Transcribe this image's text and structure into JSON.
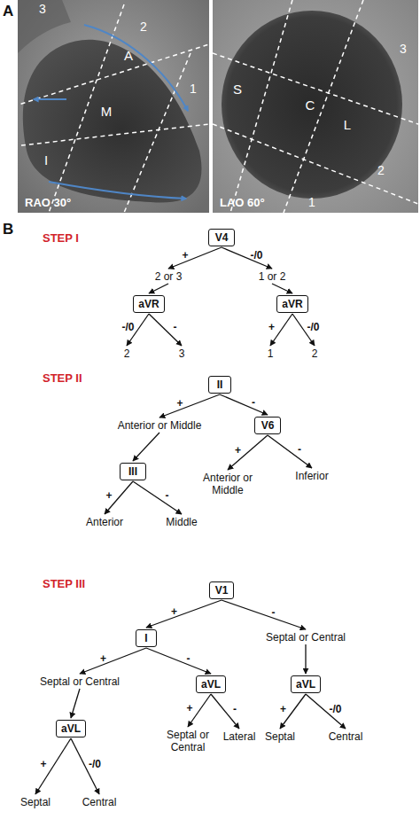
{
  "diagram": {
    "nodes": [
      {
        "text": [
          "V4"
        ]
      },
      {
        "text": [
          "2 or 3"
        ]
      },
      {
        "text": [
          "1 or 2"
        ]
      },
      {
        "text": [
          "aVR"
        ]
      },
      {
        "text": [
          "aVR"
        ]
      },
      {
        "text": [
          "2"
        ]
      },
      {
        "text": [
          "3"
        ]
      },
      {
        "text": [
          "1"
        ]
      },
      {
        "text": [
          "2"
        ]
      },
      {
        "text": [
          "II"
        ]
      },
      {
        "text": [
          "Anterior or Middle"
        ]
      },
      {
        "text": [
          "V6"
        ]
      },
      {
        "text": [
          "III"
        ]
      },
      {
        "text": [
          "Anterior or Middle"
        ]
      },
      {
        "text": [
          "Inferior"
        ]
      },
      {
        "text": [
          "Anterior"
        ]
      },
      {
        "text": [
          "Middle"
        ]
      },
      {
        "text": [
          "V1"
        ]
      },
      {
        "text": [
          "I"
        ]
      },
      {
        "text": [
          "Septal or Central"
        ]
      },
      {
        "text": [
          "Septal or Central"
        ]
      },
      {
        "text": [
          "aVL"
        ]
      },
      {
        "text": [
          "aVL"
        ]
      },
      {
        "text": [
          "aVL"
        ]
      },
      {
        "text": [
          "Septal or Central"
        ]
      },
      {
        "text": [
          "Lateral"
        ]
      },
      {
        "text": [
          "Septal"
        ]
      },
      {
        "text": [
          "Central"
        ]
      },
      {
        "text": [
          "Septal"
        ]
      },
      {
        "text": [
          "Central"
        ]
      }
    ],
    "edges": [
      {
        "from": 0,
        "to": 1,
        "arrow": "to",
        "label": "+"
      },
      {
        "from": 0,
        "to": 2,
        "arrow": "to",
        "label": "-/0"
      },
      {
        "from": 1,
        "to": 3,
        "arrow": "to"
      },
      {
        "from": 2,
        "to": 4,
        "arrow": "to"
      },
      {
        "from": 3,
        "to": 5,
        "arrow": "to",
        "label": "-/0"
      },
      {
        "from": 3,
        "to": 6,
        "arrow": "to",
        "label": "-"
      },
      {
        "from": 4,
        "to": 7,
        "arrow": "to",
        "label": "+"
      },
      {
        "from": 4,
        "to": 8,
        "arrow": "to",
        "label": "-/0"
      },
      {
        "from": 9,
        "to": 10,
        "arrow": "to",
        "label": "+"
      },
      {
        "from": 9,
        "to": 11,
        "arrow": "to",
        "label": "-"
      },
      {
        "from": 10,
        "to": 12,
        "arrow": "to"
      },
      {
        "from": 11,
        "to": 13,
        "arrow": "to",
        "label": "+"
      },
      {
        "from": 11,
        "to": 14,
        "arrow": "to",
        "label": "-"
      },
      {
        "from": 12,
        "to": 15,
        "arrow": "to",
        "label": "+"
      },
      {
        "from": 12,
        "to": 16,
        "arrow": "to",
        "label": "-"
      },
      {
        "from": 17,
        "to": 18,
        "arrow": "to",
        "label": "+"
      },
      {
        "from": 17,
        "to": 19,
        "arrow": "to",
        "label": "-"
      },
      {
        "from": 18,
        "to": 20,
        "arrow": "to",
        "label": "+"
      },
      {
        "from": 18,
        "to": 21,
        "arrow": "to",
        "label": "-"
      },
      {
        "from": 19,
        "to": 22,
        "arrow": "to"
      },
      {
        "from": 20,
        "to": 23,
        "arrow": "to"
      },
      {
        "from": 21,
        "to": 24,
        "arrow": "to",
        "label": "+"
      },
      {
        "from": 21,
        "to": 25,
        "arrow": "to",
        "label": "-"
      },
      {
        "from": 22,
        "to": 26,
        "arrow": "to",
        "label": "+"
      },
      {
        "from": 22,
        "to": 27,
        "arrow": "to",
        "label": "-/0"
      },
      {
        "from": 23,
        "to": 28,
        "arrow": "to",
        "label": "+"
      },
      {
        "from": 23,
        "to": 29,
        "arrow": "to",
        "label": "-/0"
      }
    ],
    "labels": [
      "A",
      "3",
      "2",
      "1",
      "A",
      "M",
      "I",
      "RAO 30°",
      "S",
      "C",
      "L",
      "3",
      "2",
      "1",
      "LAO 60°",
      "B",
      "STEP I",
      "STEP II",
      "STEP III"
    ]
  }
}
